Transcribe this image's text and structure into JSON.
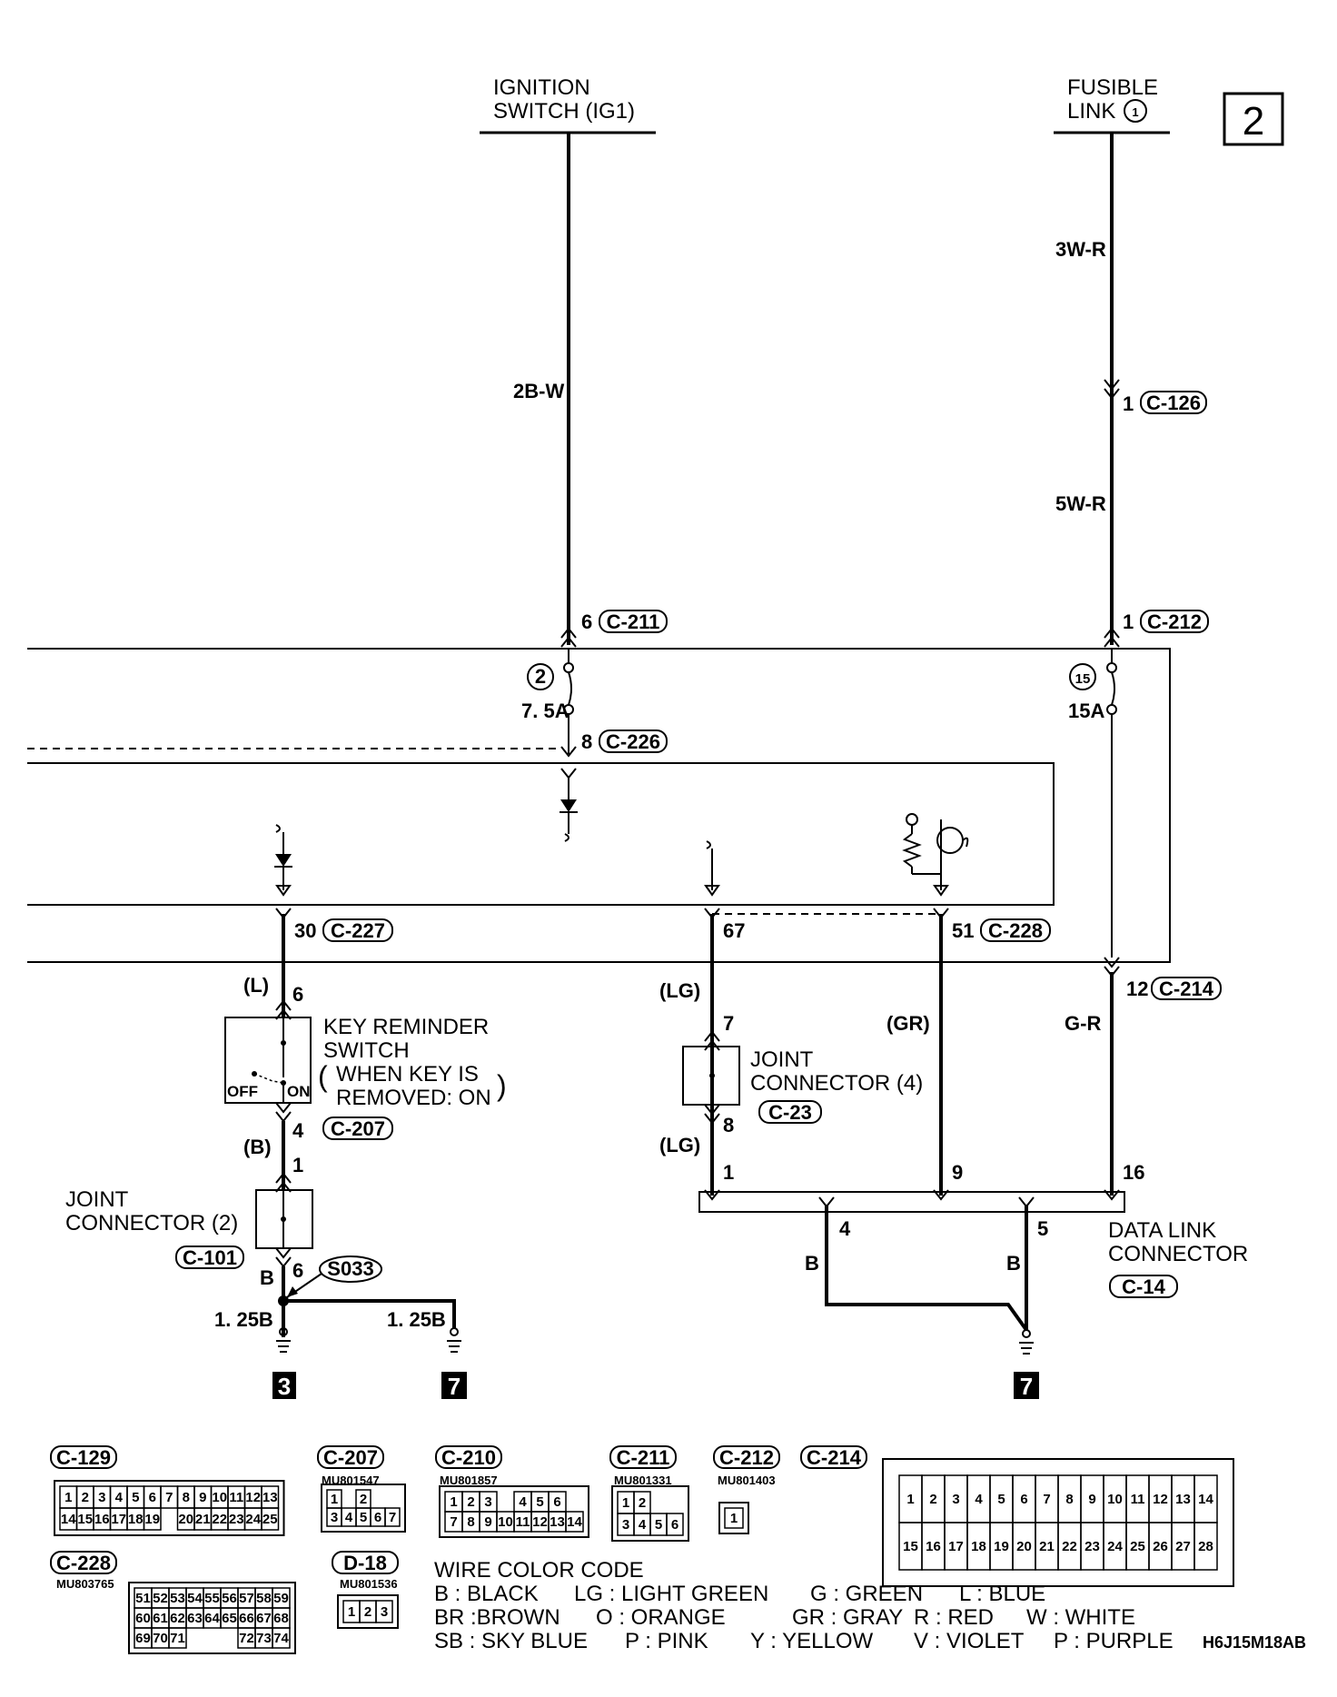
{
  "page_marker": "2",
  "sources": {
    "ignition": [
      "IGNITION",
      "SWITCH (IG1)"
    ],
    "fusible": [
      "FUSIBLE",
      "LINK"
    ],
    "fusible_num": "1"
  },
  "wires": {
    "ig_wire": "2B-W",
    "fl_wire1": "3W-R",
    "fl_wire2": "5W-R",
    "l": "(L)",
    "b_paren": "(B)",
    "b": "B",
    "b2": "B",
    "b3": "B",
    "lg1": "(LG)",
    "lg2": "(LG)",
    "gr": "(GR)",
    "gr_wire": "G-R",
    "b125_1": "1. 25B",
    "b125_2": "1. 25B"
  },
  "connectors": {
    "c126_pin": "1",
    "c126": "C-126",
    "c211_pin": "6",
    "c211": "C-211",
    "c212_pin": "1",
    "c212": "C-212",
    "c226_pin": "8",
    "c226": "C-226",
    "c227_pin": "30",
    "c227": "C-227",
    "c228_pin67": "67",
    "c228_pin51": "51",
    "c228": "C-228",
    "c214_pin": "12",
    "c214": "C-214",
    "c207": "C-207",
    "c23": "C-23",
    "c101": "C-101",
    "c14": "C-14",
    "s033": "S033"
  },
  "fuses": {
    "f2_num": "2",
    "f2_rating": "7. 5A",
    "f15_num": "15",
    "f15_rating": "15A"
  },
  "components": {
    "key_switch": [
      "KEY REMINDER",
      "SWITCH",
      "WHEN KEY IS",
      "REMOVED: ON"
    ],
    "off": "OFF",
    "on": "ON",
    "joint4": [
      "JOINT",
      "CONNECTOR (4)"
    ],
    "joint2": [
      "JOINT",
      "CONNECTOR (2)"
    ],
    "dlc": [
      "DATA LINK",
      "CONNECTOR"
    ]
  },
  "pins": {
    "ks_top": "6",
    "ks_bot": "4",
    "j2_top": "1",
    "j2_bot": "6",
    "j4_top": "7",
    "j4_bot": "8",
    "dlc_1": "1",
    "dlc_9": "9",
    "dlc_16": "16",
    "dlc_4": "4",
    "dlc_5": "5"
  },
  "ground_refs": [
    "3",
    "7",
    "7"
  ],
  "legend": {
    "title": "WIRE COLOR CODE",
    "rows": [
      [
        "B : BLACK",
        "LG : LIGHT GREEN",
        "G : GREEN",
        "L : BLUE"
      ],
      [
        "BR :BROWN",
        "O : ORANGE",
        "GR : GRAY",
        "R : RED",
        "W : WHITE"
      ],
      [
        "SB : SKY BLUE",
        "P : PINK",
        "Y : YELLOW",
        "V : VIOLET",
        "P : PURPLE"
      ]
    ]
  },
  "figure_code": "H6J15M18AB",
  "connector_views": {
    "c129": {
      "label": "C-129",
      "row1": [
        "1",
        "2",
        "3",
        "4",
        "5",
        "6",
        "7",
        "8",
        "9",
        "10",
        "11",
        "12",
        "13"
      ],
      "row2": [
        "14",
        "15",
        "16",
        "17",
        "18",
        "19",
        "",
        "20",
        "21",
        "22",
        "23",
        "24",
        "25"
      ]
    },
    "c207": {
      "label": "C-207",
      "part": "MU801547",
      "row1": [
        "1",
        "",
        "2"
      ],
      "row2": [
        "3",
        "4",
        "5",
        "6",
        "7"
      ]
    },
    "c210": {
      "label": "C-210",
      "part": "MU801857",
      "row1": [
        "1",
        "2",
        "3",
        "",
        "4",
        "5",
        "6"
      ],
      "row2": [
        "7",
        "8",
        "9",
        "10",
        "11",
        "12",
        "13",
        "14"
      ]
    },
    "c211": {
      "label": "C-211",
      "part": "MU801331",
      "row1": [
        "1",
        "2"
      ],
      "row2": [
        "3",
        "4",
        "5",
        "6"
      ]
    },
    "c212": {
      "label": "C-212",
      "part": "MU801403",
      "row1": [
        "1"
      ]
    },
    "c214": {
      "label": "C-214",
      "row1": [
        "1",
        "2",
        "3",
        "4",
        "5",
        "6",
        "7",
        "8",
        "9",
        "10",
        "11",
        "12",
        "13",
        "14"
      ],
      "row2": [
        "15",
        "16",
        "17",
        "18",
        "19",
        "20",
        "21",
        "22",
        "23",
        "24",
        "25",
        "26",
        "27",
        "28"
      ]
    },
    "c228": {
      "label": "C-228",
      "part": "MU803765",
      "row1": [
        "51",
        "52",
        "53",
        "54",
        "55",
        "56",
        "57",
        "58",
        "59"
      ],
      "row2": [
        "60",
        "61",
        "62",
        "63",
        "64",
        "65",
        "66",
        "67",
        "68"
      ],
      "row3": [
        "69",
        "70",
        "71",
        "",
        "",
        "",
        "72",
        "73",
        "74"
      ]
    },
    "d18": {
      "label": "D-18",
      "part": "MU801536",
      "row1": [
        "1",
        "2",
        "3"
      ]
    }
  },
  "colors": {
    "line": "#000000",
    "background": "#ffffff"
  }
}
